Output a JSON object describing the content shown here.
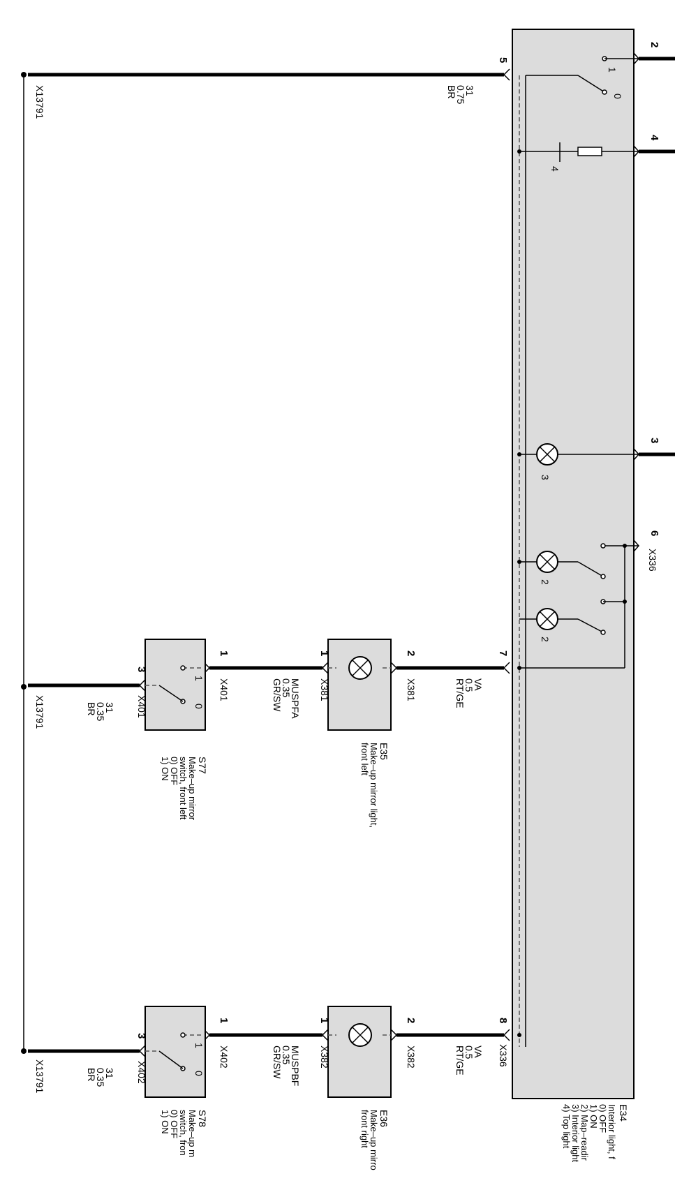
{
  "ground": {
    "label": "X13791"
  },
  "e34": {
    "id": "E34",
    "desc": [
      "Interior light, f",
      "0) OFF",
      "1) ON",
      "2) Map–readir",
      "3) Interior light",
      "4) Top light"
    ],
    "connector": "X336",
    "pins": {
      "p2": "2",
      "p4": "4",
      "p3": "3",
      "p6": "6",
      "p5": "5",
      "p7": "7",
      "p8": "8"
    },
    "switch_labels": {
      "s1_on": "1",
      "s1_off": "0",
      "s4": "4",
      "lamp3": "3",
      "lamp2a": "2",
      "lamp2b": "2"
    }
  },
  "wire_ground_top": {
    "circuit": "31",
    "size": "0.75",
    "color": "BR"
  },
  "wire_va_left": {
    "circuit": "VA",
    "size": "0.5",
    "color": "RT/GE"
  },
  "wire_va_right": {
    "circuit": "VA",
    "size": "0.5",
    "color": "RT/GE"
  },
  "e35": {
    "id": "E35",
    "desc": [
      "Make–up mirror light,",
      "front left"
    ],
    "connector": "X381",
    "pin2": "2",
    "pin1": "1"
  },
  "e36": {
    "id": "E36",
    "desc": [
      "Make–up mirro",
      "front right"
    ],
    "connector": "X382",
    "pin2": "2",
    "pin1": "1"
  },
  "wire_muspfa": {
    "circuit": "MUSPFA",
    "size": "0.35",
    "color": "GR/SW"
  },
  "wire_muspbf": {
    "circuit": "MUSPBF",
    "size": "0.35",
    "color": "GR/SW"
  },
  "s77": {
    "id": "S77",
    "desc": [
      "Make–up mirror",
      "switch, front left",
      "0) OFF",
      "1) ON"
    ],
    "connector": "X401",
    "pin1": "1",
    "pin3": "3",
    "sw_on": "1",
    "sw_off": "0"
  },
  "s78": {
    "id": "S78",
    "desc": [
      "Make–up m",
      "switch, fron",
      "0) OFF",
      "1) ON"
    ],
    "connector": "X402",
    "pin1": "1",
    "pin3": "3",
    "sw_on": "1",
    "sw_off": "0"
  },
  "wire_ground_left": {
    "circuit": "31",
    "size": "0.35",
    "color": "BR"
  },
  "wire_ground_right": {
    "circuit": "31",
    "size": "0.35",
    "color": "BR"
  }
}
